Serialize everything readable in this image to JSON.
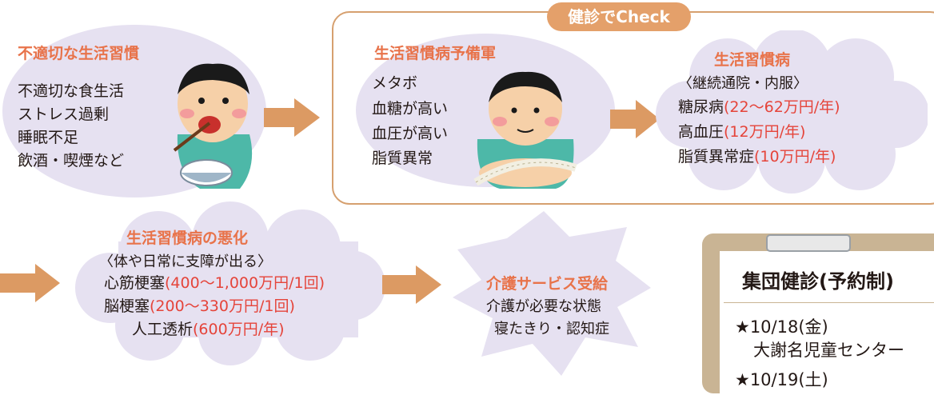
{
  "box1": {
    "title": "不適切な生活習慣",
    "lines": [
      "不適切な食生活",
      "ストレス過剰",
      "睡眠不足",
      "飲酒・喫煙など"
    ]
  },
  "check_tag": "健診でCheck",
  "box2": {
    "title": "生活習慣病予備軍",
    "lines": [
      "メタボ",
      "血糖が高い",
      "血圧が高い",
      "脂質異常"
    ]
  },
  "box3": {
    "title": "生活習慣病",
    "subtitle": "〈継続通院・内服〉",
    "items": [
      {
        "name": "糖尿病",
        "cost": "(22〜62万円/年)"
      },
      {
        "name": "高血圧",
        "cost": "(12万円/年)"
      },
      {
        "name": "脂質異常症",
        "cost": "(10万円/年)"
      }
    ]
  },
  "box4": {
    "title": "生活習慣病の悪化",
    "subtitle": "〈体や日常に支障が出る〉",
    "items": [
      {
        "name": "心筋梗塞",
        "cost": "(400〜1,000万円/1回)"
      },
      {
        "name": "脳梗塞",
        "cost": "(200〜330万円/1回)"
      },
      {
        "name": "人工透析",
        "cost": "(600万円/年)"
      }
    ]
  },
  "box5": {
    "title": "介護サービス受給",
    "lines": [
      "介護が必要な状態",
      "寝たきり・認知症"
    ]
  },
  "clipboard": {
    "title": "集団健診(予約制)",
    "entry1_date": "★10/18(金)",
    "entry1_place": "大謝名児童センター",
    "entry2_date": "★10/19(土)"
  },
  "colors": {
    "title_orange": "#e8734a",
    "cost_red": "#e5443a",
    "cloud_lavender": "#e6e1f1",
    "arrow_orange": "#dc9a63",
    "panel_border": "#d6a06f"
  }
}
